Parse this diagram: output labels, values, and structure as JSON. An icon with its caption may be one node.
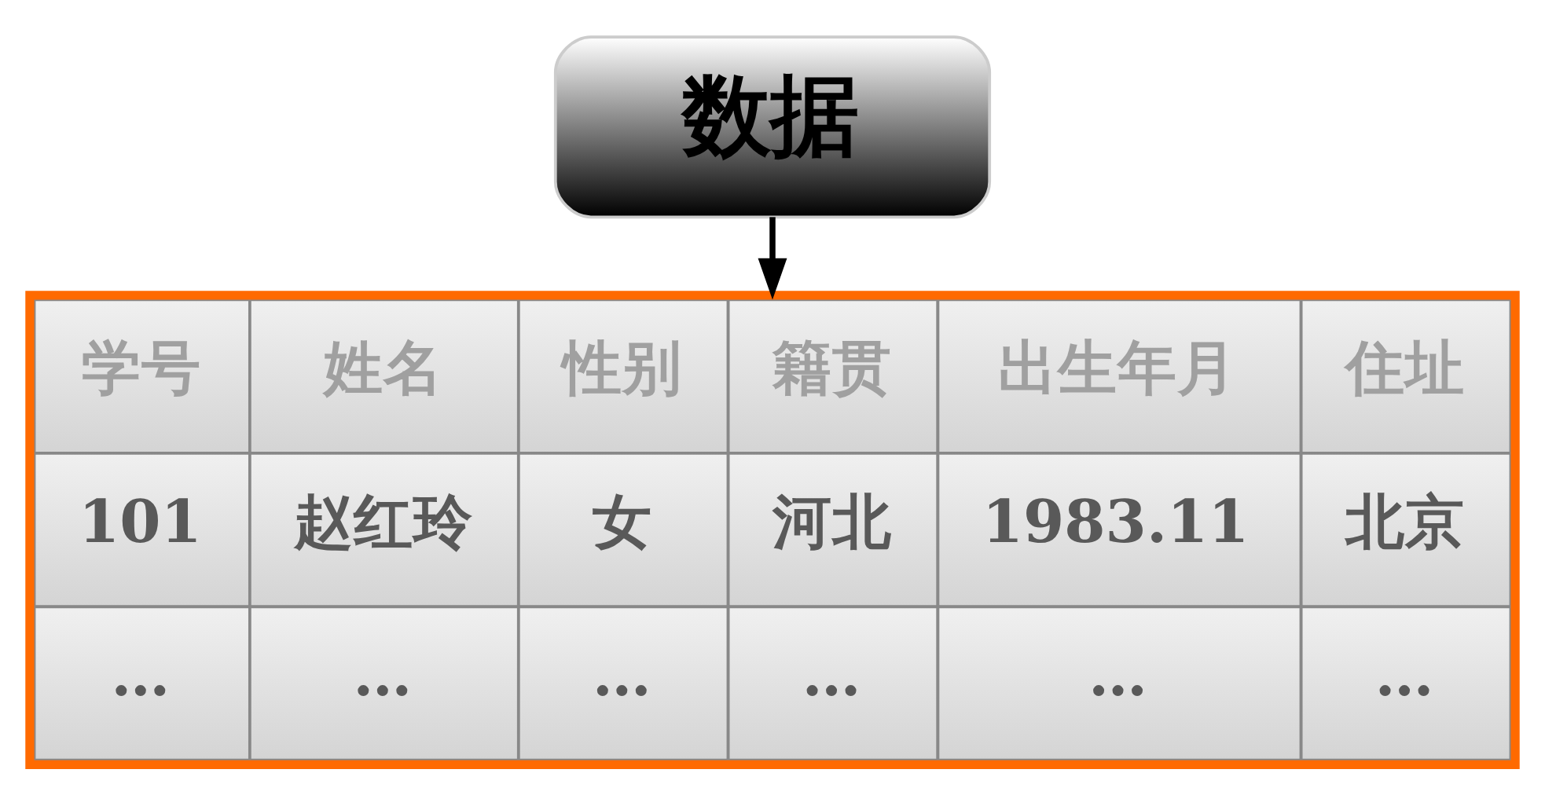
{
  "diagram": {
    "nodes": [
      {
        "text": [
          "数据"
        ]
      },
      {
        "text": [
          "学号",
          "姓名",
          "性别",
          "籍贯",
          "出生年月",
          "住址",
          "101",
          "赵红玲",
          "女",
          "河北",
          "1983.11",
          "北京",
          "…",
          "…",
          "…",
          "…",
          "…",
          "…"
        ]
      }
    ],
    "edges": [
      {
        "from": 0,
        "to": 1,
        "arrow": "to"
      }
    ]
  }
}
